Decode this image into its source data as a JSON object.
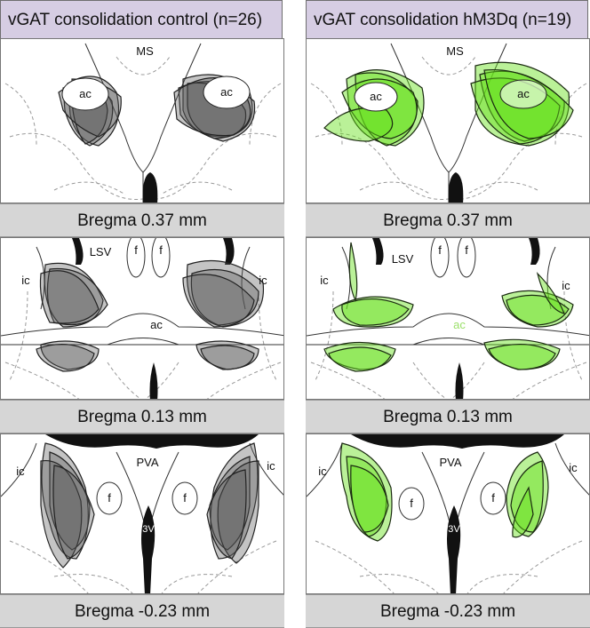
{
  "columns": [
    {
      "title": "vGAT consolidation control (n=26)",
      "group": "control",
      "fill_color": "#555555",
      "panels": [
        {
          "caption": "Bregma 0.37 mm",
          "labels": [
            "MS",
            "ac",
            "ac"
          ]
        },
        {
          "caption": "Bregma 0.13 mm",
          "labels": [
            "LSV",
            "f",
            "f",
            "ic",
            "ic",
            "ac"
          ]
        },
        {
          "caption": "Bregma -0.23 mm",
          "labels": [
            "ic",
            "PVA",
            "ic",
            "f",
            "f",
            "3V"
          ]
        }
      ]
    },
    {
      "title": "vGAT consolidation hM3Dq (n=19)",
      "group": "hM3Dq",
      "fill_color": "#66e01a",
      "panels": [
        {
          "caption": "Bregma 0.37 mm",
          "labels": [
            "MS",
            "ac",
            "ac"
          ]
        },
        {
          "caption": "Bregma 0.13 mm",
          "labels": [
            "LSV",
            "f",
            "f",
            "ic",
            "ic",
            "ac"
          ]
        },
        {
          "caption": "Bregma -0.23 mm",
          "labels": [
            "ic",
            "PVA",
            "ic",
            "f",
            "f",
            "3V"
          ]
        }
      ]
    }
  ]
}
